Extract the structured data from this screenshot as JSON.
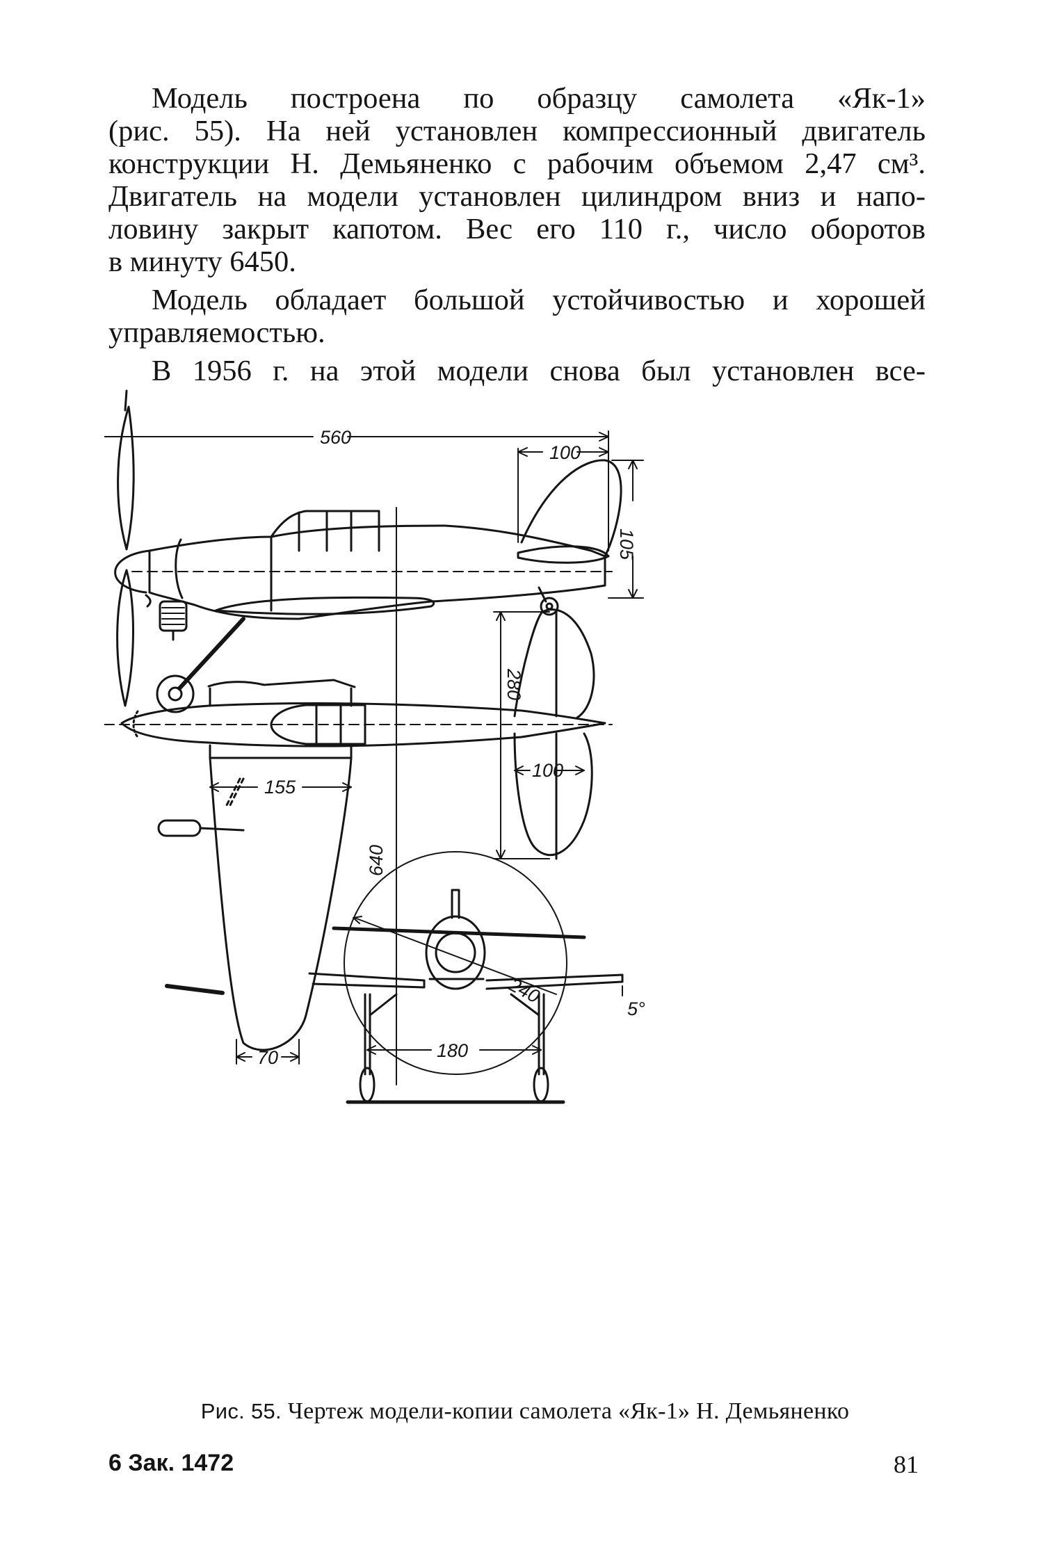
{
  "document": {
    "paragraphs": [
      {
        "lines": [
          "Модель построена по образцу самолета «Як-1»",
          "(рис. 55). На ней установлен компрессионный двигатель",
          "конструкции Н. Демьяненко с рабочим объемом 2,47 см³.",
          "Двигатель на модели установлен цилиндром вниз и напо-",
          "ловину закрыт капотом. Вес его 110 г., число оборотов",
          "в минуту 6450."
        ]
      },
      {
        "lines": [
          "Модель обладает большой устойчивостью и хорошей",
          "управляемостью."
        ]
      },
      {
        "lines": [
          "В 1956 г. на этой модели снова был установлен все-"
        ]
      }
    ]
  },
  "figure": {
    "dimensions": {
      "overall_length": "560",
      "tail_fin_width": "100",
      "tail_fin_height": "105",
      "stabilizer_span": "280",
      "stabilizer_chord": "100",
      "wing_span": "640",
      "wing_root_chord": "155",
      "wing_tip_chord": "70",
      "propeller_diameter": "240",
      "landing_gear_track": "180",
      "dihedral_angle": "5°"
    },
    "caption_prefix": "Рис. 55.",
    "caption": "Чертеж модели-копии самолета «Як-1» Н. Демьяненко"
  },
  "footer": {
    "order": "6 Зак. 1472",
    "page_number": "81"
  }
}
